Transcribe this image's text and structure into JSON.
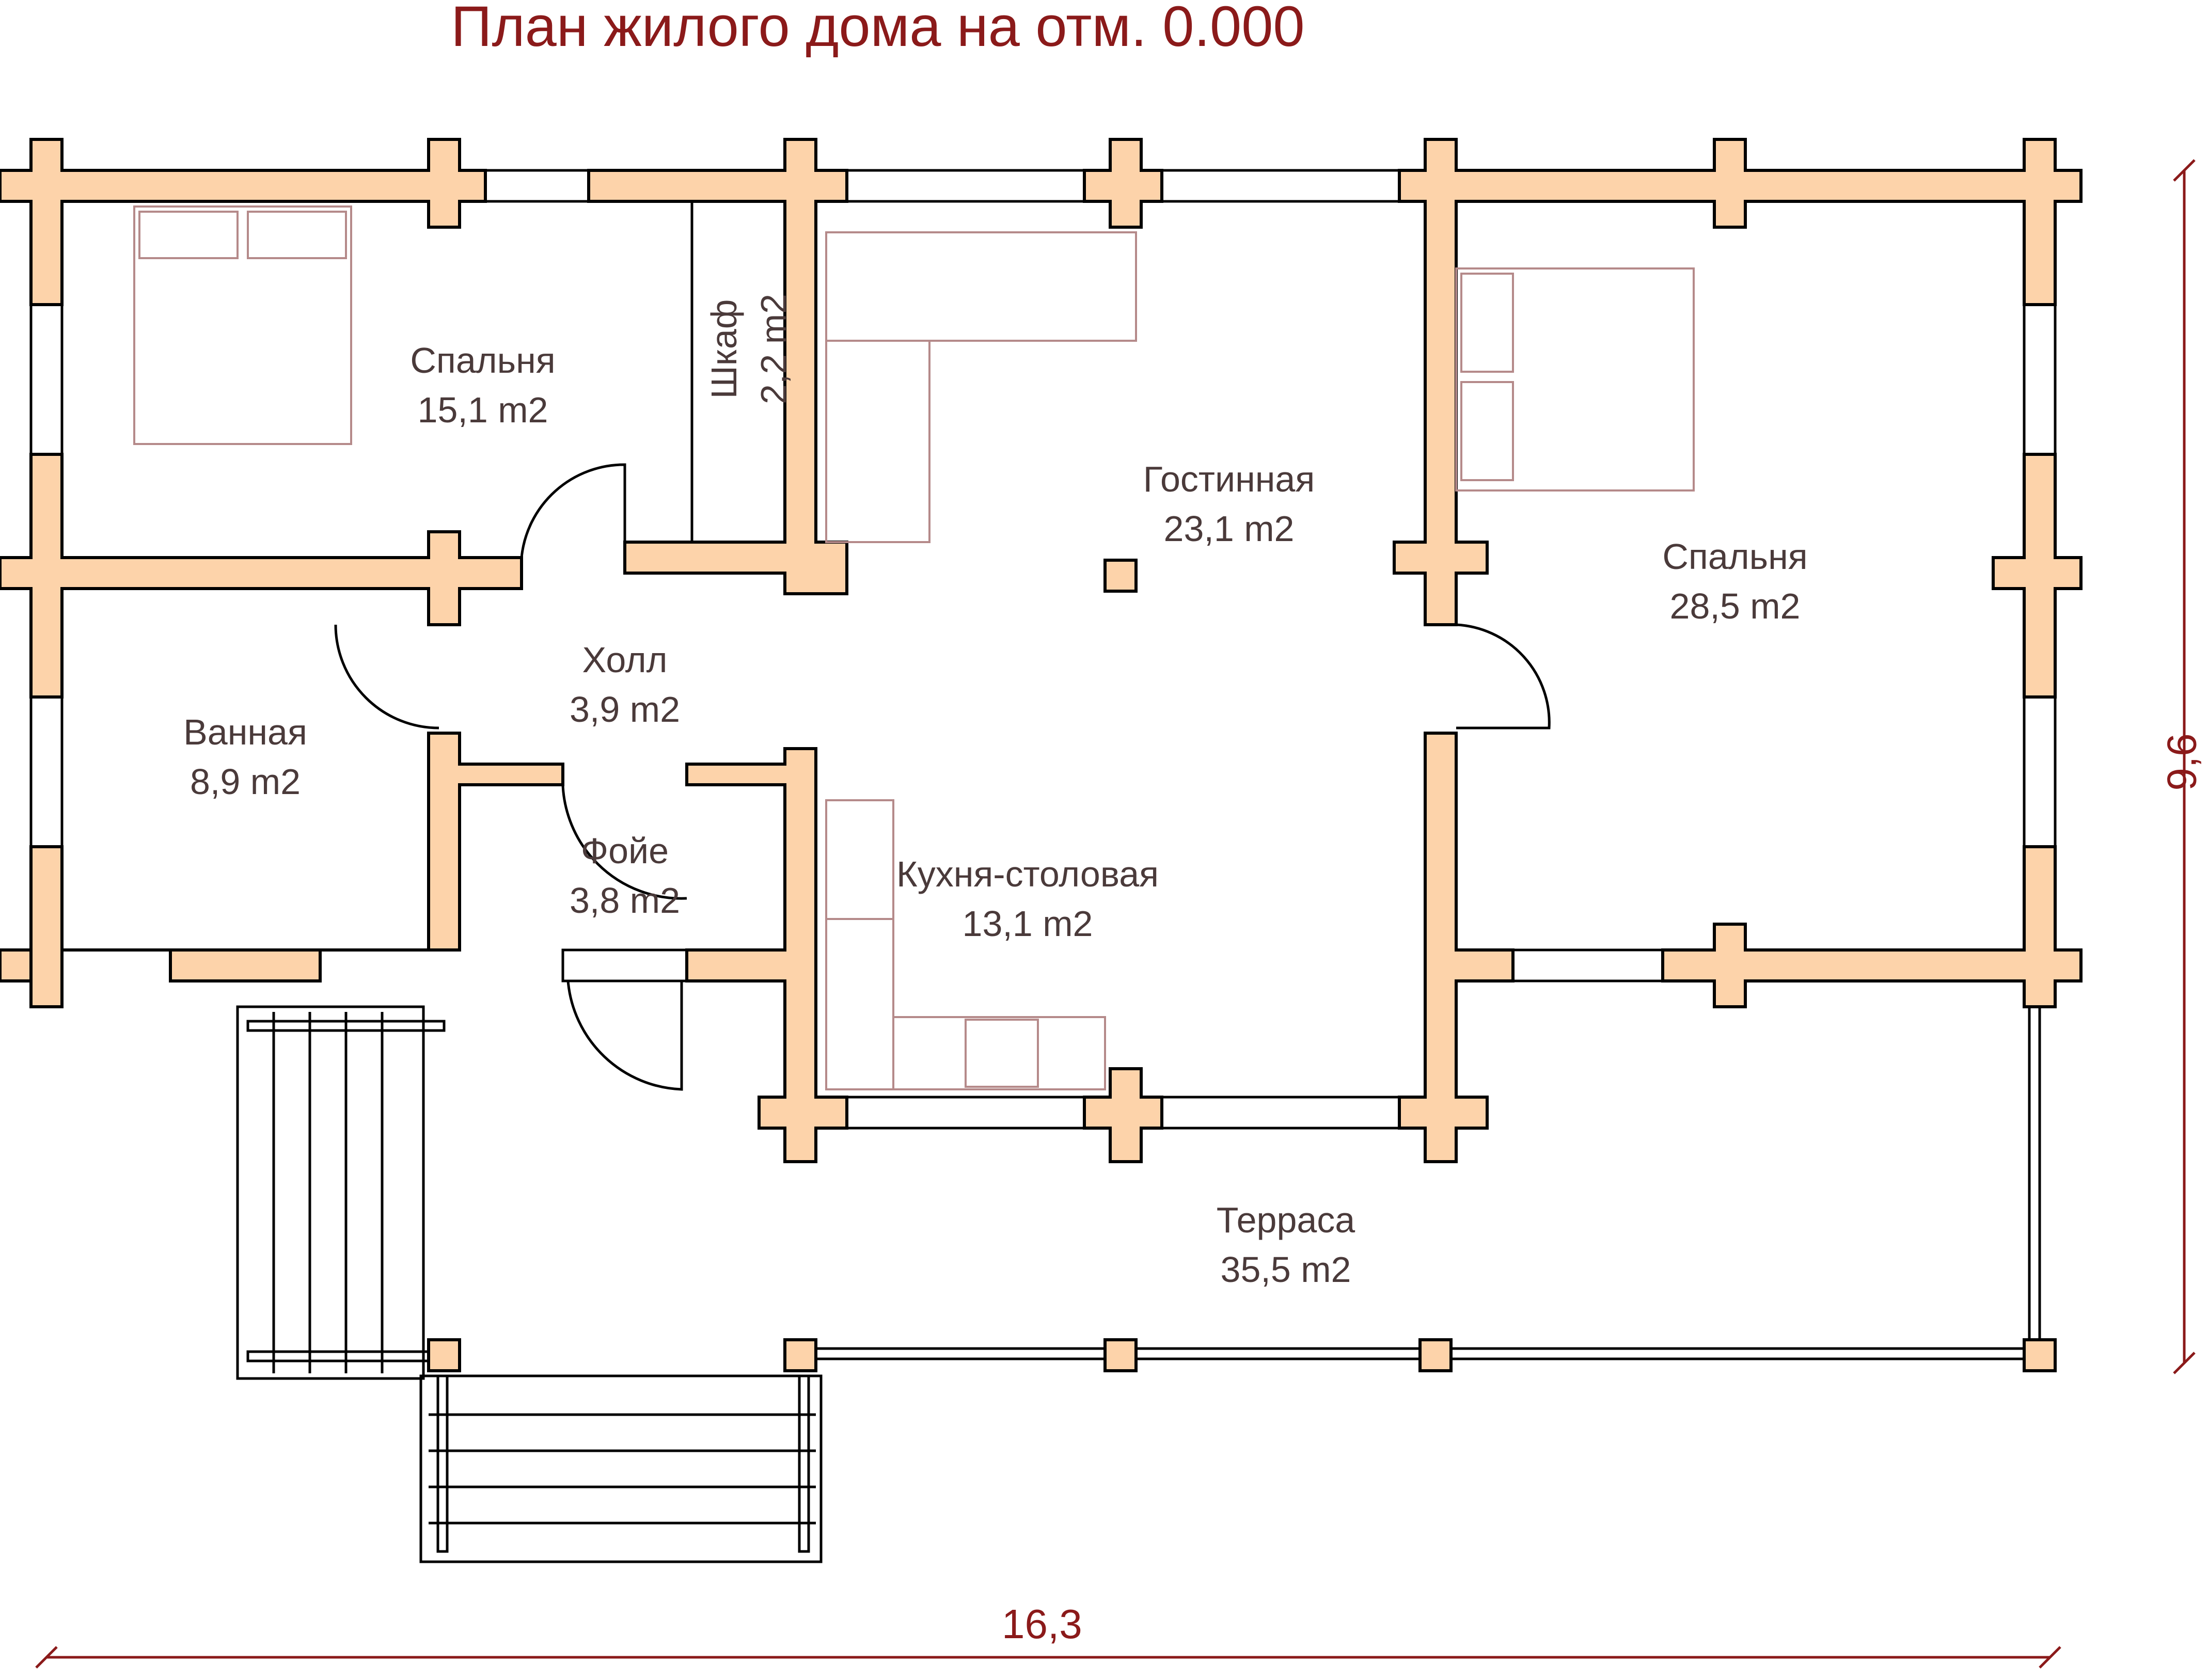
{
  "title": "План жилого дома на отм. 0.000",
  "dimensions": {
    "width": "16,3",
    "height": "9,6"
  },
  "rooms": [
    {
      "name": "Спальня",
      "area": "15,1 m2"
    },
    {
      "name": "Шкаф",
      "area": "2,2 m2"
    },
    {
      "name": "Гостинная",
      "area": "23,1 m2"
    },
    {
      "name": "Спальня",
      "area": "28,5 m2"
    },
    {
      "name": "Холл",
      "area": "3,9 m2"
    },
    {
      "name": "Ванная",
      "area": "8,9 m2"
    },
    {
      "name": "Фойе",
      "area": "3,8 m2"
    },
    {
      "name": "Кухня-столовая",
      "area": "13,1 m2"
    },
    {
      "name": "Терраса",
      "area": "35,5 m2"
    }
  ],
  "colors": {
    "wall": "#fdd3aa",
    "accent": "#8b1a1a",
    "text": "#4a3a3a"
  }
}
